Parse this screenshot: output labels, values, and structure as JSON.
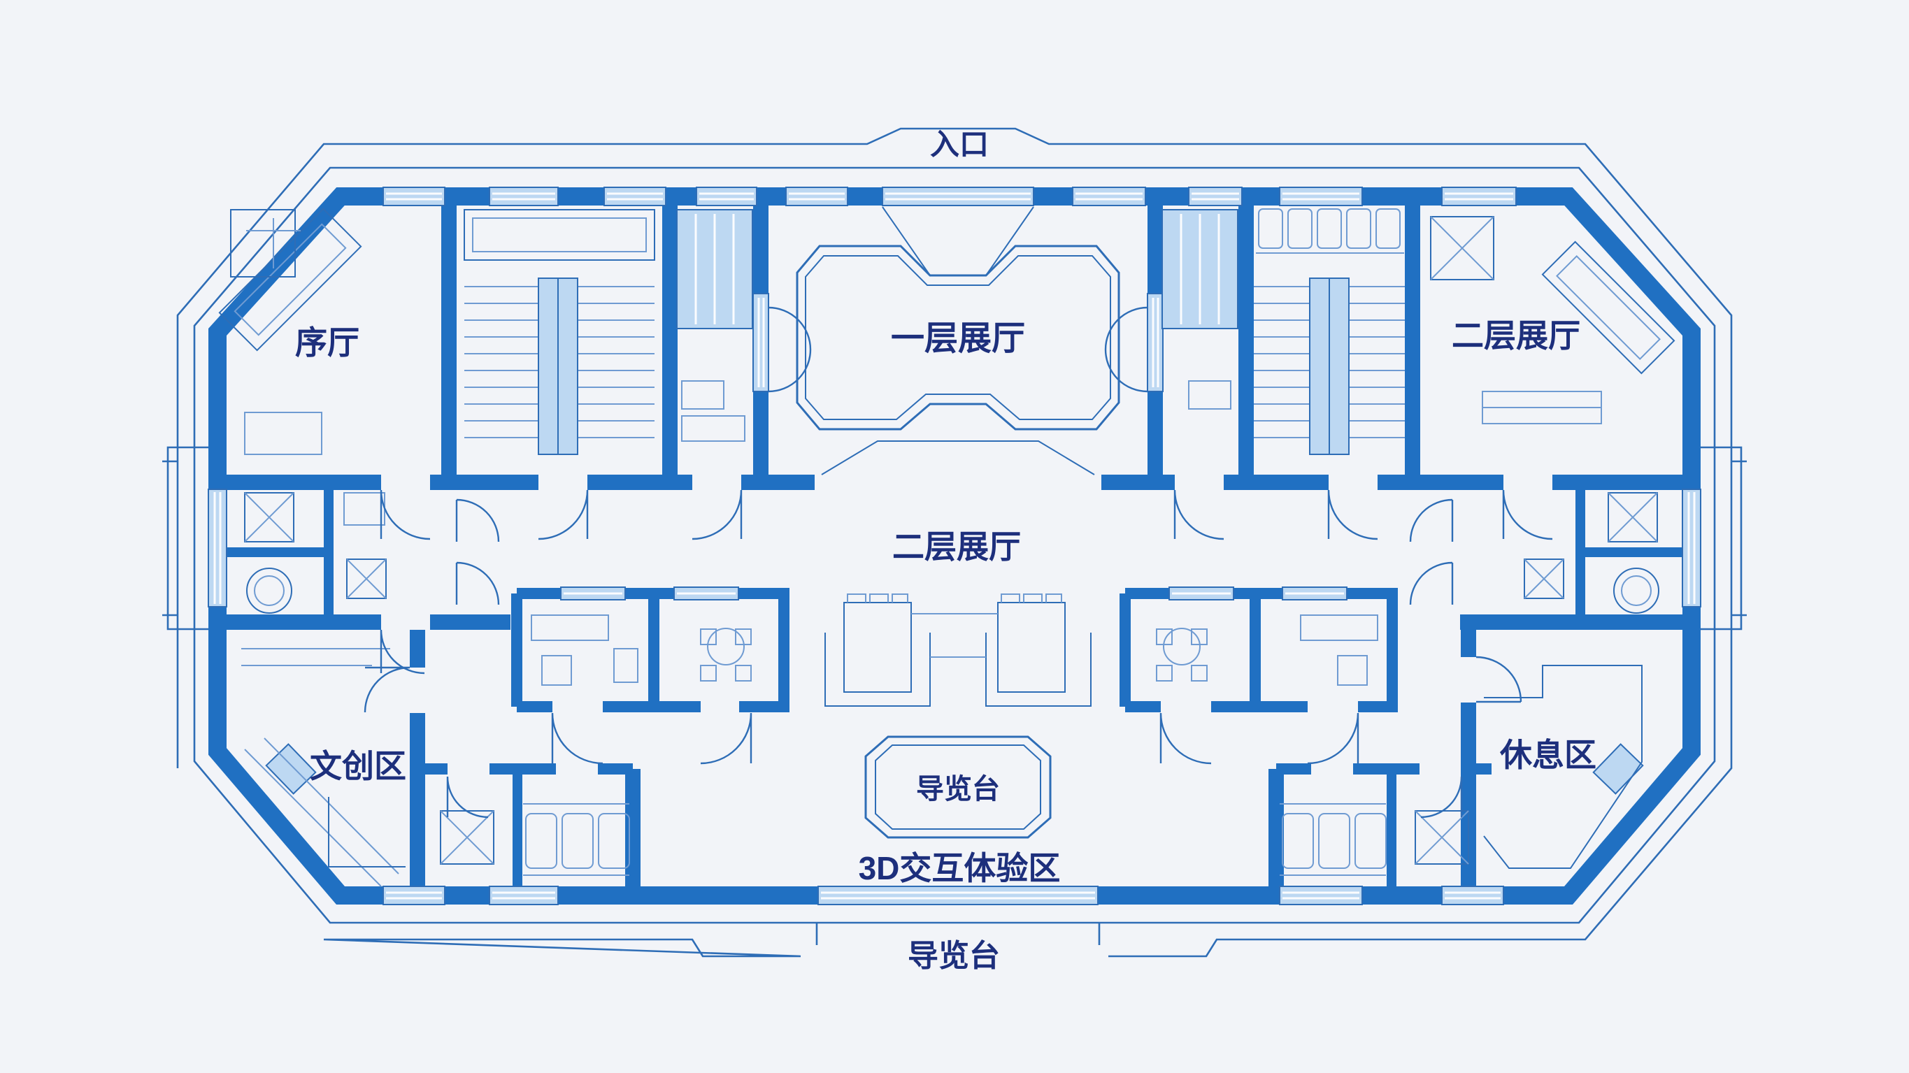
{
  "meta": {
    "title": "博物馆二层平面图",
    "style": "blueprint"
  },
  "colors": {
    "background": "#f2f4f8",
    "wall_blue": "#2070c2",
    "wall_dark": "#155a9e",
    "line_blue": "#2e6db6",
    "line_light": "#6f9bd2",
    "window_fill": "#bdd8f2",
    "label_navy": "#1d2f7c"
  },
  "labels": {
    "entrance": "入口",
    "prologue_hall": "序厅",
    "first_floor_hall": "一层展厅",
    "second_floor_hall_right": "二层展厅",
    "second_floor_hall_center": "二层展厅",
    "cultural_creative_area": "文创区",
    "rest_area": "休息区",
    "guide_desk": "导览台",
    "interactive_3d_area": "3D交互体验区",
    "guide_desk_bottom": "导览台"
  }
}
